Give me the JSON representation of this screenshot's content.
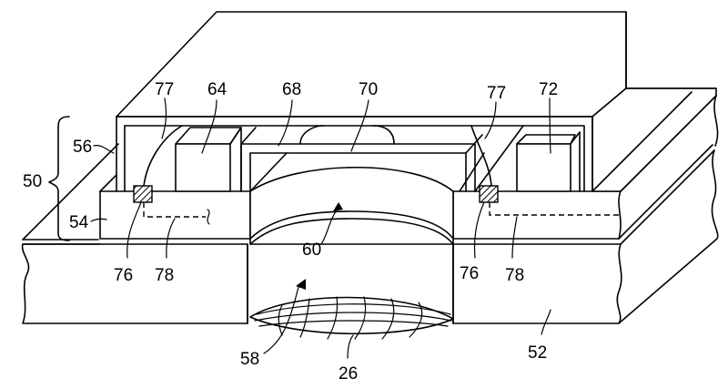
{
  "figure": {
    "type": "patent-drawing",
    "description": "Perspective view of a sensor/camera module assembly mounted on a substrate with a window and lens",
    "line_color": "#000000",
    "background": "#ffffff"
  },
  "labels": {
    "l50": "50",
    "l56": "56",
    "l54": "54",
    "l77a": "77",
    "l64": "64",
    "l68": "68",
    "l70": "70",
    "l77b": "77",
    "l72": "72",
    "l60": "60",
    "l76a": "76",
    "l78a": "78",
    "l76b": "76",
    "l78b": "78",
    "l58": "58",
    "l26": "26",
    "l52": "52"
  },
  "components": [
    {
      "ref": "50",
      "name": "module assembly (bracket)"
    },
    {
      "ref": "52",
      "name": "substrate / housing wall"
    },
    {
      "ref": "54",
      "name": "base layer"
    },
    {
      "ref": "56",
      "name": "enclosure"
    },
    {
      "ref": "58",
      "name": "opening"
    },
    {
      "ref": "60",
      "name": "window"
    },
    {
      "ref": "64",
      "name": "component"
    },
    {
      "ref": "68",
      "name": "frame"
    },
    {
      "ref": "70",
      "name": "lens"
    },
    {
      "ref": "72",
      "name": "component"
    },
    {
      "ref": "76",
      "name": "contact pad"
    },
    {
      "ref": "77",
      "name": "wire"
    },
    {
      "ref": "78",
      "name": "trace (hidden)"
    },
    {
      "ref": "26",
      "name": "lens surface / curved element"
    }
  ]
}
